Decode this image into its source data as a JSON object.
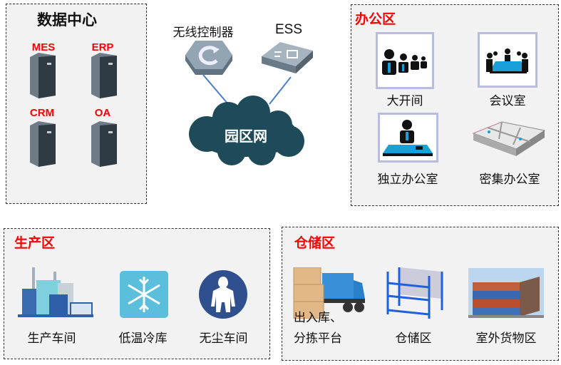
{
  "data_center": {
    "title": "数据中心",
    "servers": [
      {
        "label": "MES"
      },
      {
        "label": "ERP"
      },
      {
        "label": "CRM"
      },
      {
        "label": "OA"
      }
    ]
  },
  "network": {
    "wireless_controller": "无线控制器",
    "ess": "ESS",
    "campus_network": "园区网"
  },
  "office": {
    "title": "办公区",
    "items": [
      {
        "label": "大开间"
      },
      {
        "label": "会议室"
      },
      {
        "label": "独立办公室"
      },
      {
        "label": "密集办公室"
      }
    ]
  },
  "production": {
    "title": "生产区",
    "items": [
      {
        "label": "生产车间"
      },
      {
        "label": "低温冷库"
      },
      {
        "label": "无尘车间"
      }
    ]
  },
  "warehouse": {
    "title": "仓储区",
    "items": [
      {
        "label_line1": "出入库、",
        "label_line2": "分拣平台"
      },
      {
        "label": "仓储区"
      },
      {
        "label": "室外货物区"
      }
    ]
  },
  "colors": {
    "accent_red": "#ff0000",
    "cloud": "#1f4a5a",
    "link": "#4a7fc8"
  }
}
